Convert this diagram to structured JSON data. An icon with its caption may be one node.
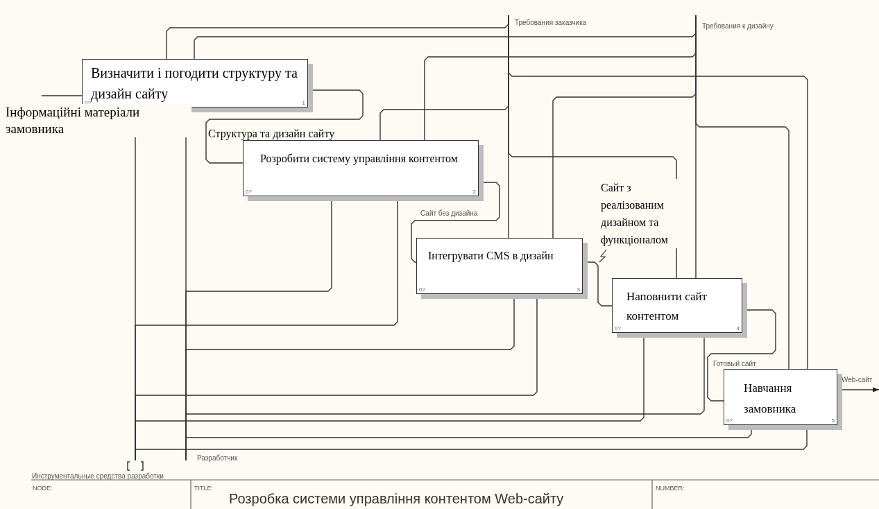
{
  "diagram": {
    "title": "Розробка системи управління контентом Web-сайту",
    "nodes": [
      {
        "text": [
          "Визначити і погодити структуру та дизайн сайту",
          "0?",
          "1"
        ]
      },
      {
        "text": [
          "Розробити систему управління контентом",
          "0?",
          "2"
        ]
      },
      {
        "text": [
          "Інтегрувати CMS в дизайн",
          "0?",
          "3"
        ]
      },
      {
        "text": [
          "Наповнити сайт контентом",
          "0?",
          "4"
        ]
      },
      {
        "text": [
          "Навчання замовника",
          "0?",
          "5"
        ]
      }
    ],
    "edges": [
      {
        "from": null,
        "to": 0,
        "arrow": "to",
        "label": "Інформаційні матеріали замовника"
      },
      {
        "from": 0,
        "to": 1,
        "arrow": "to",
        "label": "Структура та дизайн сайту"
      },
      {
        "from": 1,
        "to": 2,
        "arrow": "to",
        "label": "Сайт без дизайна"
      },
      {
        "from": 2,
        "to": 3,
        "arrow": "to",
        "label": "Сайт з реалізованим дизайном та функціоналом"
      },
      {
        "from": 3,
        "to": 4,
        "arrow": "to",
        "label": "Готовый сайт"
      },
      {
        "from": 4,
        "to": null,
        "arrow": "to",
        "label": "Web-сайт"
      },
      {
        "from": null,
        "to": 0,
        "arrow": "to"
      },
      {
        "from": null,
        "to": 1,
        "arrow": "to"
      },
      {
        "from": null,
        "to": 2,
        "arrow": "to",
        "label": "Требования заказчика"
      },
      {
        "from": null,
        "to": 3,
        "arrow": "to"
      },
      {
        "from": null,
        "to": 4,
        "arrow": "to"
      },
      {
        "from": null,
        "to": 0,
        "arrow": "to"
      },
      {
        "from": null,
        "to": 1,
        "arrow": "to"
      },
      {
        "from": null,
        "to": 2,
        "arrow": "to"
      },
      {
        "from": null,
        "to": 3,
        "arrow": "to",
        "label": "Требования к дизайну"
      },
      {
        "from": null,
        "to": 4,
        "arrow": "to"
      },
      {
        "from": null,
        "to": 0,
        "arrow": "to",
        "label": "Инструментальные средства разработки"
      },
      {
        "from": null,
        "to": 0,
        "arrow": "to",
        "label": "Разработчик"
      },
      {
        "from": null,
        "to": 1,
        "arrow": "to"
      },
      {
        "from": null,
        "to": 1,
        "arrow": "to"
      },
      {
        "from": null,
        "to": 2,
        "arrow": "to"
      },
      {
        "from": null,
        "to": 2,
        "arrow": "to"
      },
      {
        "from": null,
        "to": 3,
        "arrow": "to"
      },
      {
        "from": null,
        "to": 3,
        "arrow": "to"
      },
      {
        "from": null,
        "to": 4,
        "arrow": "to"
      },
      {
        "from": null,
        "to": 4,
        "arrow": "to"
      }
    ],
    "labels": [
      "NODE:",
      "TITLE:",
      "NUMBER:"
    ]
  }
}
